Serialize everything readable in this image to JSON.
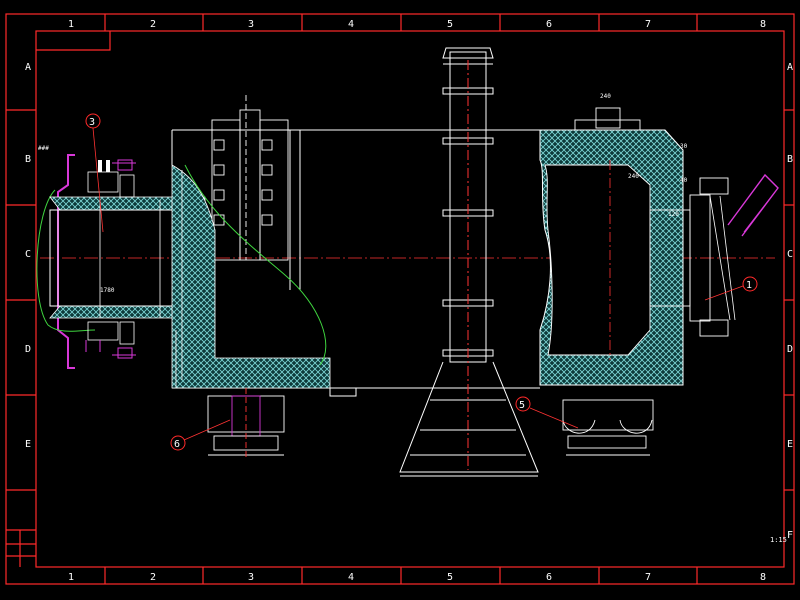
{
  "frame": {
    "column_labels": [
      "1",
      "2",
      "3",
      "4",
      "5",
      "6",
      "7",
      "8"
    ],
    "row_labels": [
      "A",
      "B",
      "C",
      "D",
      "E",
      "F"
    ]
  },
  "callouts": {
    "c1": "1",
    "c3": "3",
    "c5": "5",
    "c6": "6"
  },
  "dimensions": {
    "inlet_length": "1780",
    "right_top": "240",
    "right_side_1": "30",
    "right_side_2": "240",
    "right_side_3": "40",
    "right_mid": "120",
    "left_top": "###"
  },
  "scale": "1:15",
  "colors": {
    "frame": "#ff2a2a",
    "line": "#ffffff",
    "refractory": "#7ed8d8",
    "centerline": "#ff3333",
    "magenta": "#d838d8",
    "green": "#3fd43f",
    "yellow": "#ffff33"
  }
}
